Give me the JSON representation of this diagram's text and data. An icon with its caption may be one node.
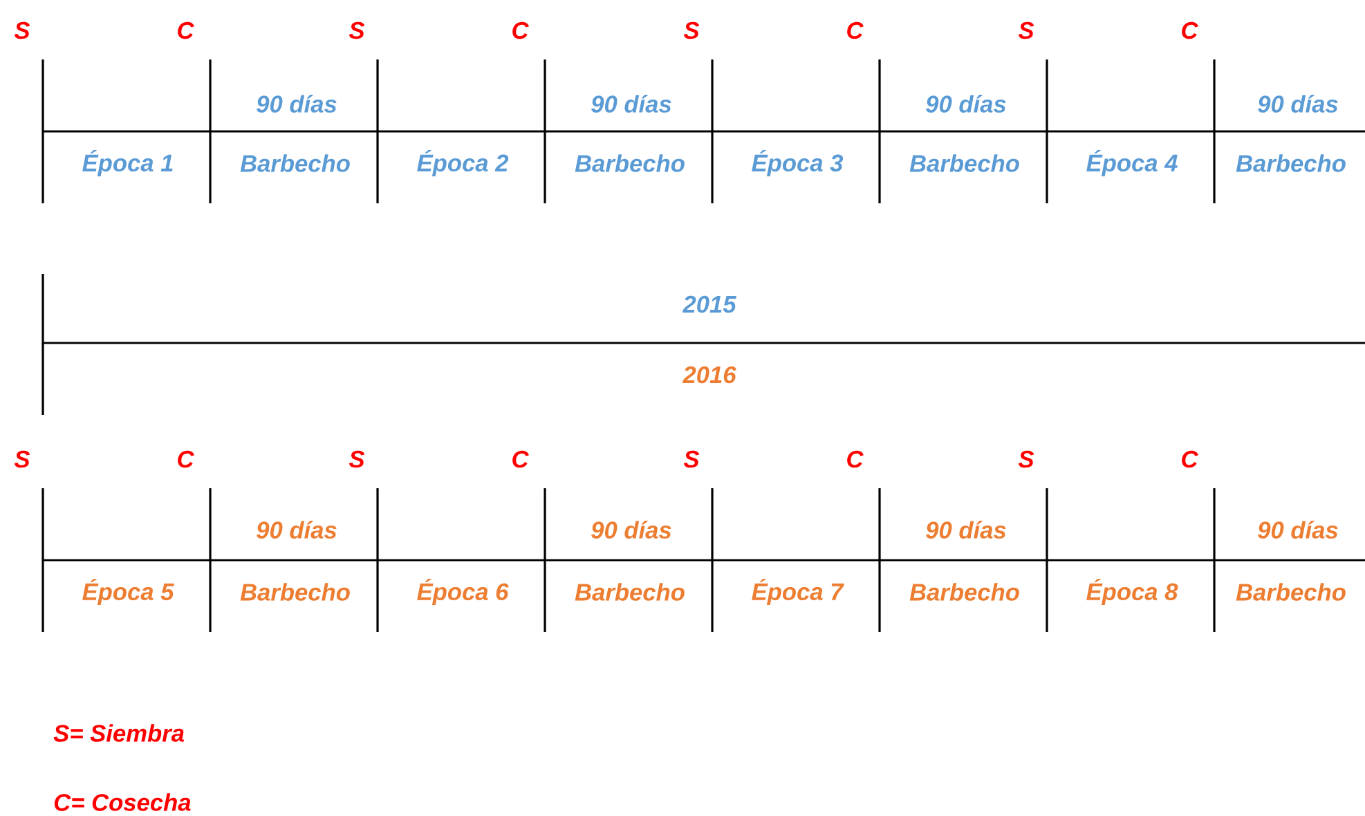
{
  "diagram": {
    "labels": [
      "S",
      "C",
      "S",
      "C",
      "S",
      "C",
      "S",
      "C",
      "90 días",
      "90 días",
      "90 días",
      "90 días",
      "Época 1",
      "Barbecho",
      "Época 2",
      "Barbecho",
      "Época 3",
      "Barbecho",
      "Época 4",
      "Barbecho",
      "2015",
      "2016",
      "S",
      "C",
      "S",
      "C",
      "S",
      "C",
      "S",
      "C",
      "90 días",
      "90 días",
      "90 días",
      "90 días",
      "Época 5",
      "Barbecho",
      "Época 6",
      "Barbecho",
      "Época 7",
      "Barbecho",
      "Época 8",
      "Barbecho",
      "S= Siembra",
      "C= Cosecha"
    ]
  }
}
